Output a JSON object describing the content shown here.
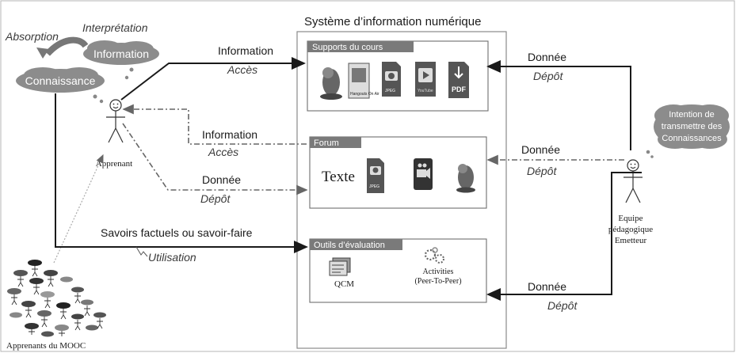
{
  "system_title": "Système d’information numérique",
  "top_left": {
    "absorption": "Absorption",
    "interpretation": "Interprétation",
    "information_cloud": "Information",
    "connaissance_cloud": "Connaissance"
  },
  "actors": {
    "apprenant": "Apprenant",
    "mooc_learners": "Apprenants du MOOC",
    "equipe_line1": "Equipe",
    "equipe_line2": "pédagogique",
    "equipe_line3": "Emetteur",
    "intention_line1": "Intention de",
    "intention_line2": "transmettre des",
    "intention_line3": "Connaissances"
  },
  "panels": {
    "supports": {
      "tab": "Supports du cours",
      "icons": [
        "parrot-icon",
        "film-poster-icon",
        "camera-jpeg-icon",
        "youtube-icon",
        "pdf-icon"
      ],
      "poster_caption": "Hangouts On Air",
      "jpeg_caption": "JPEG",
      "youtube_caption": "YouTube",
      "pdf_caption": "PDF"
    },
    "forum": {
      "tab": "Forum",
      "texte_label": "Texte",
      "jpeg_caption": "JPEG"
    },
    "outils": {
      "tab": "Outils d’évaluation",
      "qcm_label": "QCM",
      "activities_line1": "Activities",
      "activities_line2": "(Peer-To-Peer)"
    }
  },
  "left_flows": {
    "information_1": "Information",
    "acces_1": "Accès",
    "information_2": "Information",
    "acces_2": "Accès",
    "donnee": "Donnée",
    "depot": "Dépôt",
    "savoirs": "Savoirs factuels ou savoir-faire",
    "utilisation": "Utilisation"
  },
  "right_flows": {
    "donnee_1": "Donnée",
    "depot_1": "Dépôt",
    "donnee_2": "Donnée",
    "depot_2": "Dépôt",
    "donnee_3": "Donnée",
    "depot_3": "Dépôt"
  },
  "colors": {
    "cloud": "#8c8c8c",
    "tab": "#7a7a7a",
    "solid_arrow": "#1a1a1a",
    "dashdot_arrow": "#666666"
  }
}
